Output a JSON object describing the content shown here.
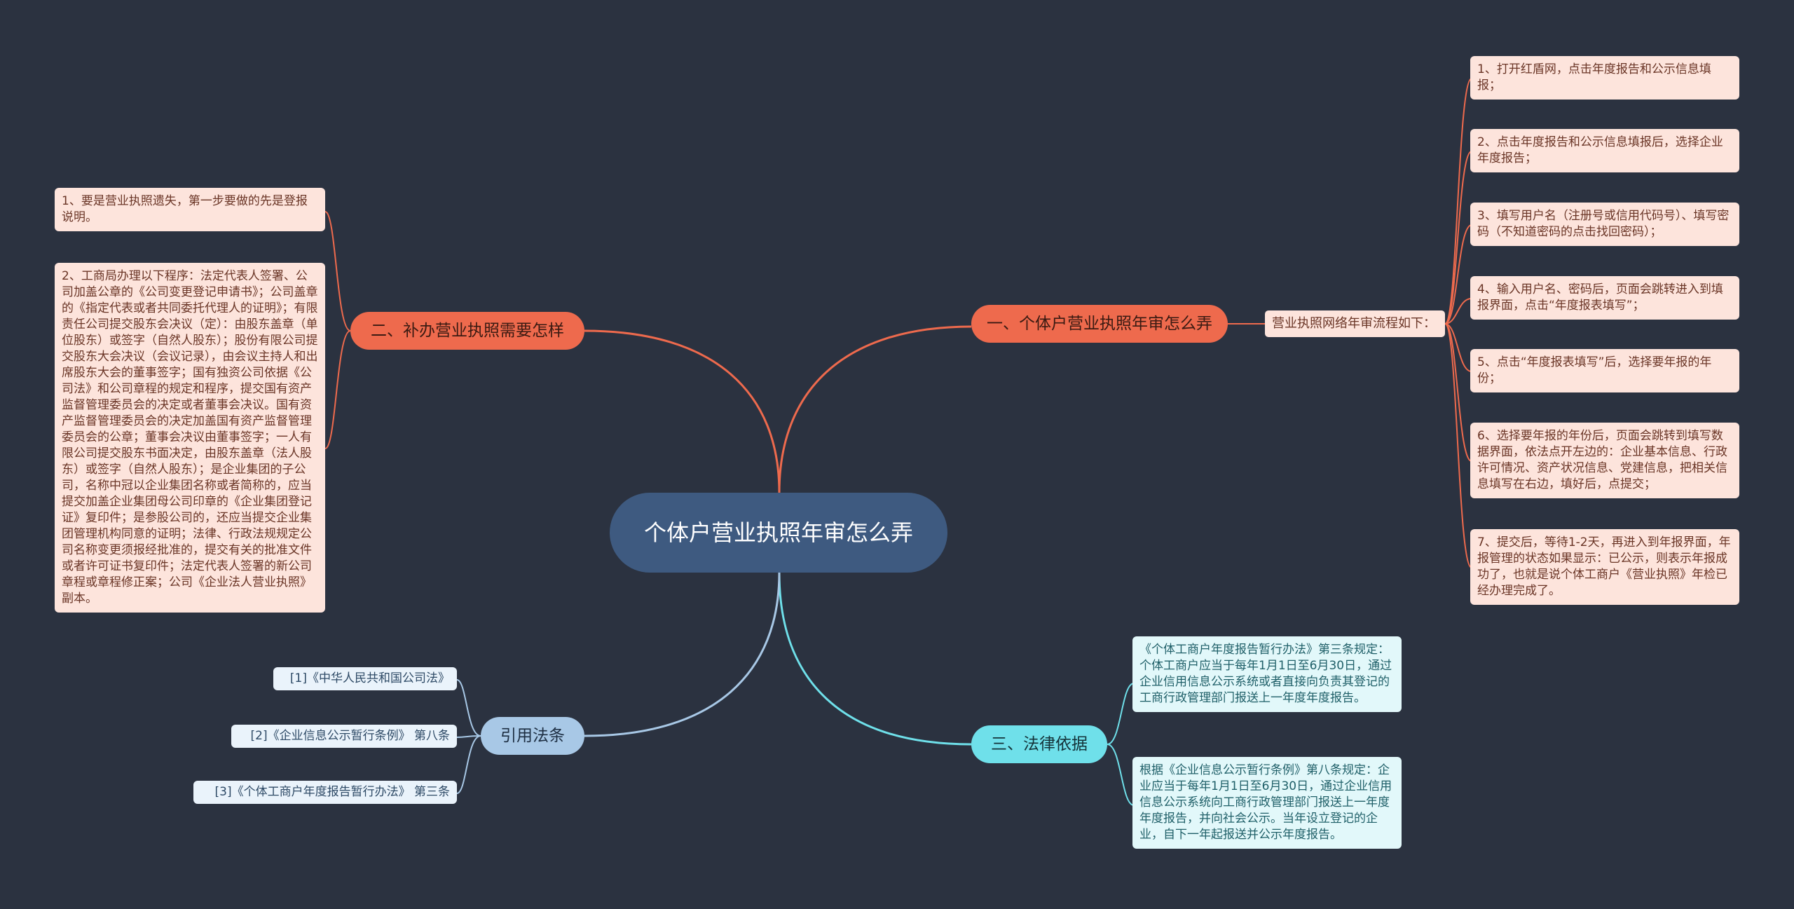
{
  "colors": {
    "background": "#2b3240",
    "root": "#3e5a80",
    "orange_branch": "#ee6a4d",
    "cyan_branch": "#6fe0ea",
    "blue_branch": "#a8c8e6",
    "peach_card": "#fde4dc",
    "mint_card": "#e2f8fa"
  },
  "root": {
    "label": "个体户营业执照年审怎么弄"
  },
  "branch1": {
    "label": "一、个体户营业执照年审怎么弄",
    "sub": "营业执照网络年审流程如下：",
    "steps": [
      "1、打开红盾网，点击年度报告和公示信息填报；",
      "2、点击年度报告和公示信息填报后，选择企业年度报告；",
      "3、填写用户名（注册号或信用代码号）、填写密码（不知道密码的点击找回密码）；",
      "4、输入用户名、密码后，页面会跳转进入到填报界面，点击“年度报表填写”；",
      "5、点击“年度报表填写”后，选择要年报的年份；",
      "6、选择要年报的年份后，页面会跳转到填写数据界面，依法点开左边的：企业基本信息、行政许可情况、资产状况信息、党建信息，把相关信息填写在右边，填好后，点提交；",
      "7、提交后，等待1-2天，再进入到年报界面，年报管理的状态如果显示：已公示，则表示年报成功了，也就是说个体工商户《营业执照》年检已经办理完成了。"
    ]
  },
  "branch2": {
    "label": "二、补办营业执照需要怎样",
    "items": [
      "1、要是营业执照遗失，第一步要做的先是登报说明。",
      "2、工商局办理以下程序：法定代表人签署、公司加盖公章的《公司变更登记申请书》；公司盖章的《指定代表或者共同委托代理人的证明》；有限责任公司提交股东会决议（定）：由股东盖章（单位股东）或签字（自然人股东）；股份有限公司提交股东大会决议（会议记录），由会议主持人和出席股东大会的董事签字；国有独资公司依据《公司法》和公司章程的规定和程序，提交国有资产监督管理委员会的决定或者董事会决议。国有资产监督管理委员会的决定加盖国有资产监督管理委员会的公章；董事会决议由董事签字；一人有限公司提交股东书面决定，由股东盖章（法人股东）或签字（自然人股东）；是企业集团的子公司，名称中冠以企业集团名称或者简称的，应当提交加盖企业集团母公司印章的《企业集团登记证》复印件；是参股公司的，还应当提交企业集团管理机构同意的证明；法律、行政法规规定公司名称变更须报经批准的，提交有关的批准文件或者许可证书复印件；法定代表人签署的新公司章程或章程修正案；公司《企业法人营业执照》副本。"
    ]
  },
  "branch3": {
    "label": "三、法律依据",
    "items": [
      "《个体工商户年度报告暂行办法》第三条规定：个体工商户应当于每年1月1日至6月30日，通过企业信用信息公示系统或者直接向负责其登记的工商行政管理部门报送上一年度年度报告。",
      "根据《企业信息公示暂行条例》第八条规定：企业应当于每年1月1日至6月30日，通过企业信用信息公示系统向工商行政管理部门报送上一年度年度报告，并向社会公示。当年设立登记的企业，自下一年起报送并公示年度报告。"
    ]
  },
  "branch4": {
    "label": "引用法条",
    "items": [
      "[1]《中华人民共和国公司法》",
      "[2]《企业信息公示暂行条例》 第八条",
      "[3]《个体工商户年度报告暂行办法》 第三条"
    ]
  }
}
